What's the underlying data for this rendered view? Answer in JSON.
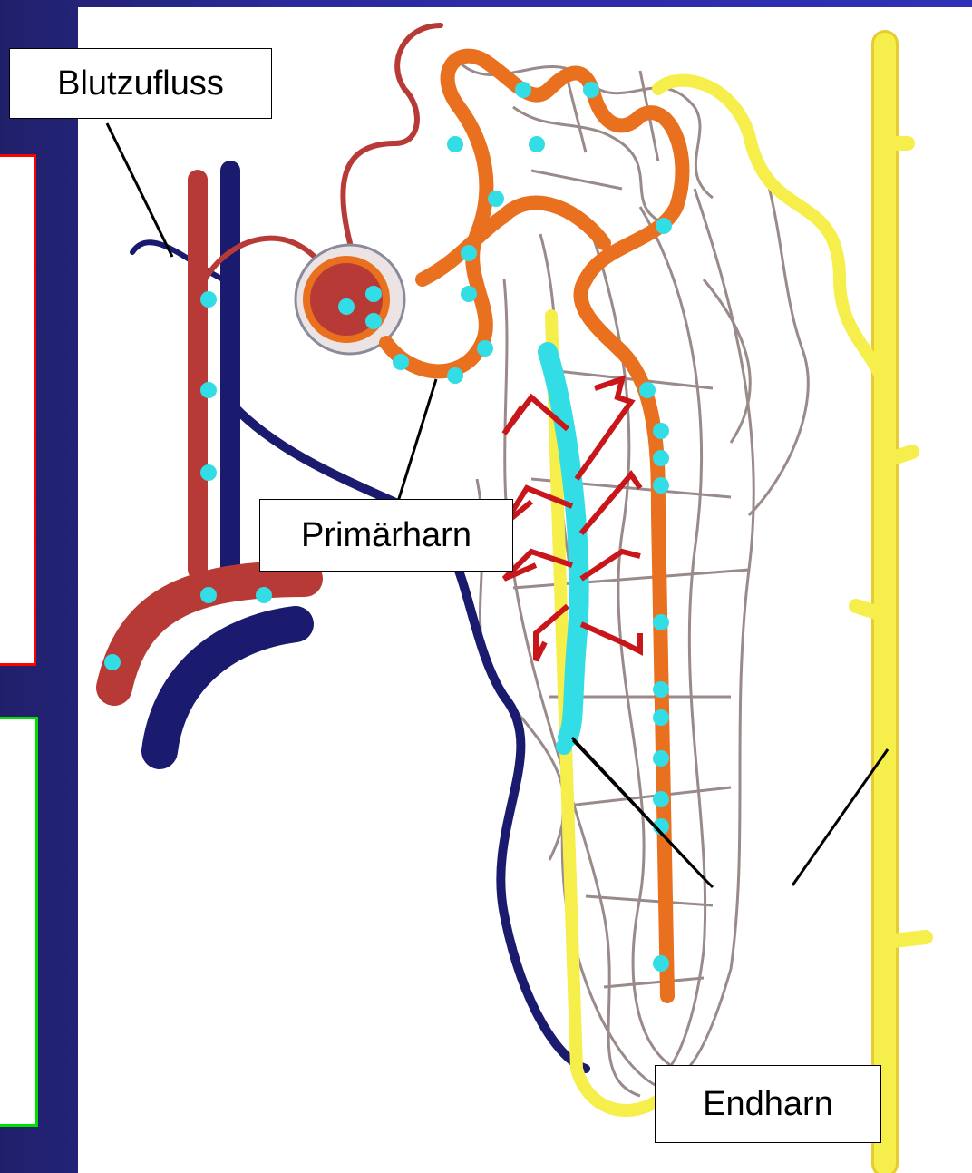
{
  "labels": {
    "blood_inflow": "Blutzufluss",
    "primary_urine": "Primärharn",
    "final_urine": "Endharn"
  },
  "colors": {
    "background": "#2a2a9c",
    "artery": "#b83a36",
    "vein": "#1a1a6e",
    "tubule": "#e9701e",
    "collecting_duct": "#f6ee4a",
    "marker": "#33dde6",
    "capillary": "#9a8a8a",
    "arrow": "#c8161a"
  },
  "side_panels": [
    {
      "name": "red-panel",
      "border": "#ff0000"
    },
    {
      "name": "green-panel",
      "border": "#00e000"
    }
  ]
}
